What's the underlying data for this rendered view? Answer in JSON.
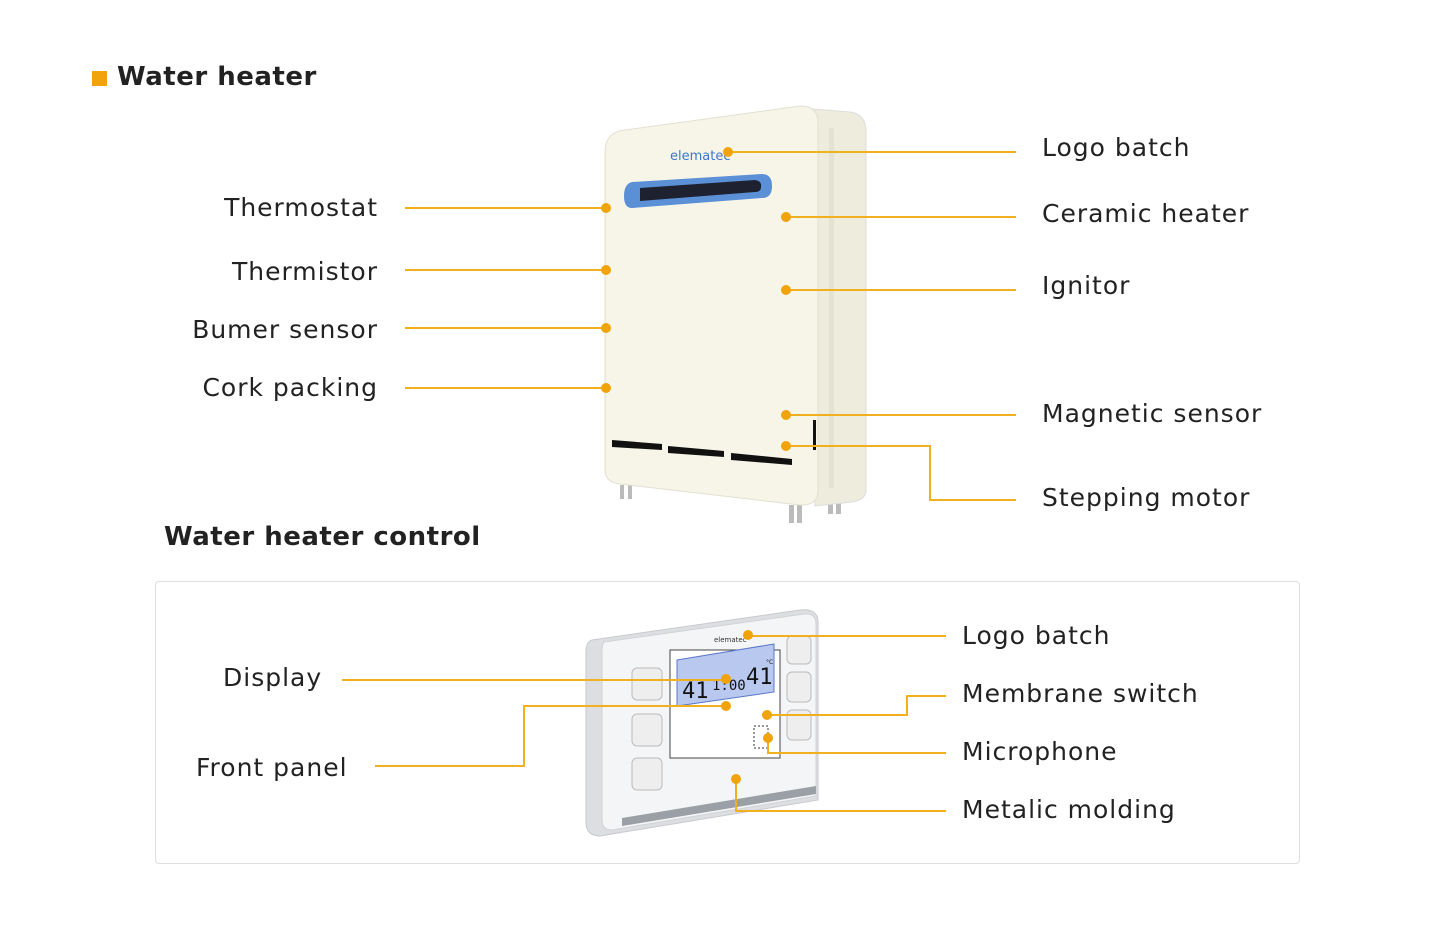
{
  "colors": {
    "accent": "#f0a30a",
    "leader": "#f0b020",
    "heater_body": "#f6f4e6",
    "display": "#b9c8ef",
    "handle_blue": "#5b8fd6"
  },
  "heater": {
    "title": "Water heater",
    "logo_text": "elematec",
    "left_labels": [
      "Thermostat",
      "Thermistor",
      "Bumer sensor",
      "Cork packing"
    ],
    "right_labels": [
      "Logo batch",
      "Ceramic heater",
      "Ignitor",
      "Magnetic sensor",
      "Stepping motor"
    ]
  },
  "control": {
    "title": "Water heater control",
    "logo_text": "elematec",
    "display_left": "41",
    "display_mid": "1:00",
    "display_right": "41",
    "display_unit": "°C",
    "left_labels": [
      "Display",
      "Front panel"
    ],
    "right_labels": [
      "Logo batch",
      "Membrane switch",
      "Microphone",
      "Metalic molding"
    ]
  }
}
